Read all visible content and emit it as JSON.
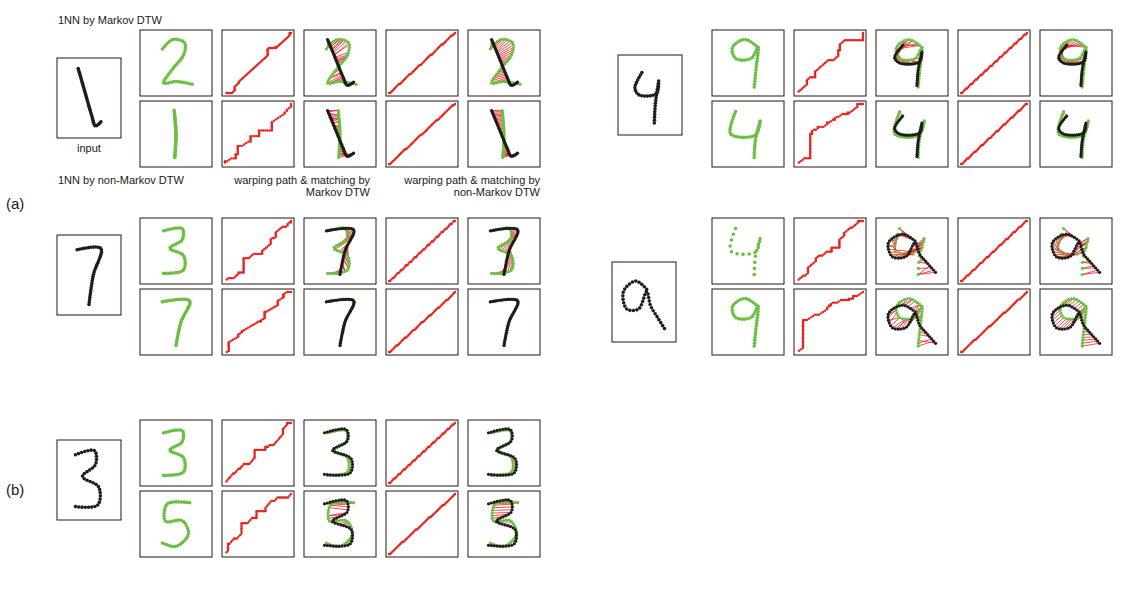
{
  "diagram": {
    "labels": [
      "1NN by Markov DTW",
      "input",
      "(a)",
      "1NN by non-Markov DTW",
      "warping path & matching by Markov DTW",
      "warping path & matching by non-Markov DTW",
      "(b)"
    ]
  }
}
